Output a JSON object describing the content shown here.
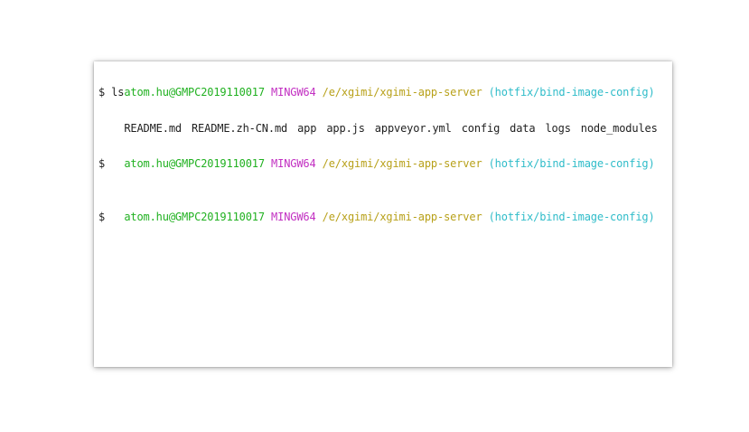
{
  "colors": {
    "user": "#21b121",
    "env": "#c230c2",
    "path": "#b8a11a",
    "branch": "#2fbcc9",
    "text": "#1f1f1f"
  },
  "prompt": {
    "user_host": "atom.hu@GMPC2019110017",
    "env": "MINGW64",
    "path": "/e/xgimi/xgimi-app-server",
    "branch": "(hotfix/bind-image-config)"
  },
  "commands": [
    {
      "input": "$ ls"
    },
    {
      "input": "$"
    },
    {
      "input": "$"
    }
  ],
  "ls_output": [
    "README.md",
    "README.zh-CN.md",
    "app",
    "app.js",
    "appveyor.yml",
    "config",
    "data",
    "logs",
    "node_modules"
  ]
}
